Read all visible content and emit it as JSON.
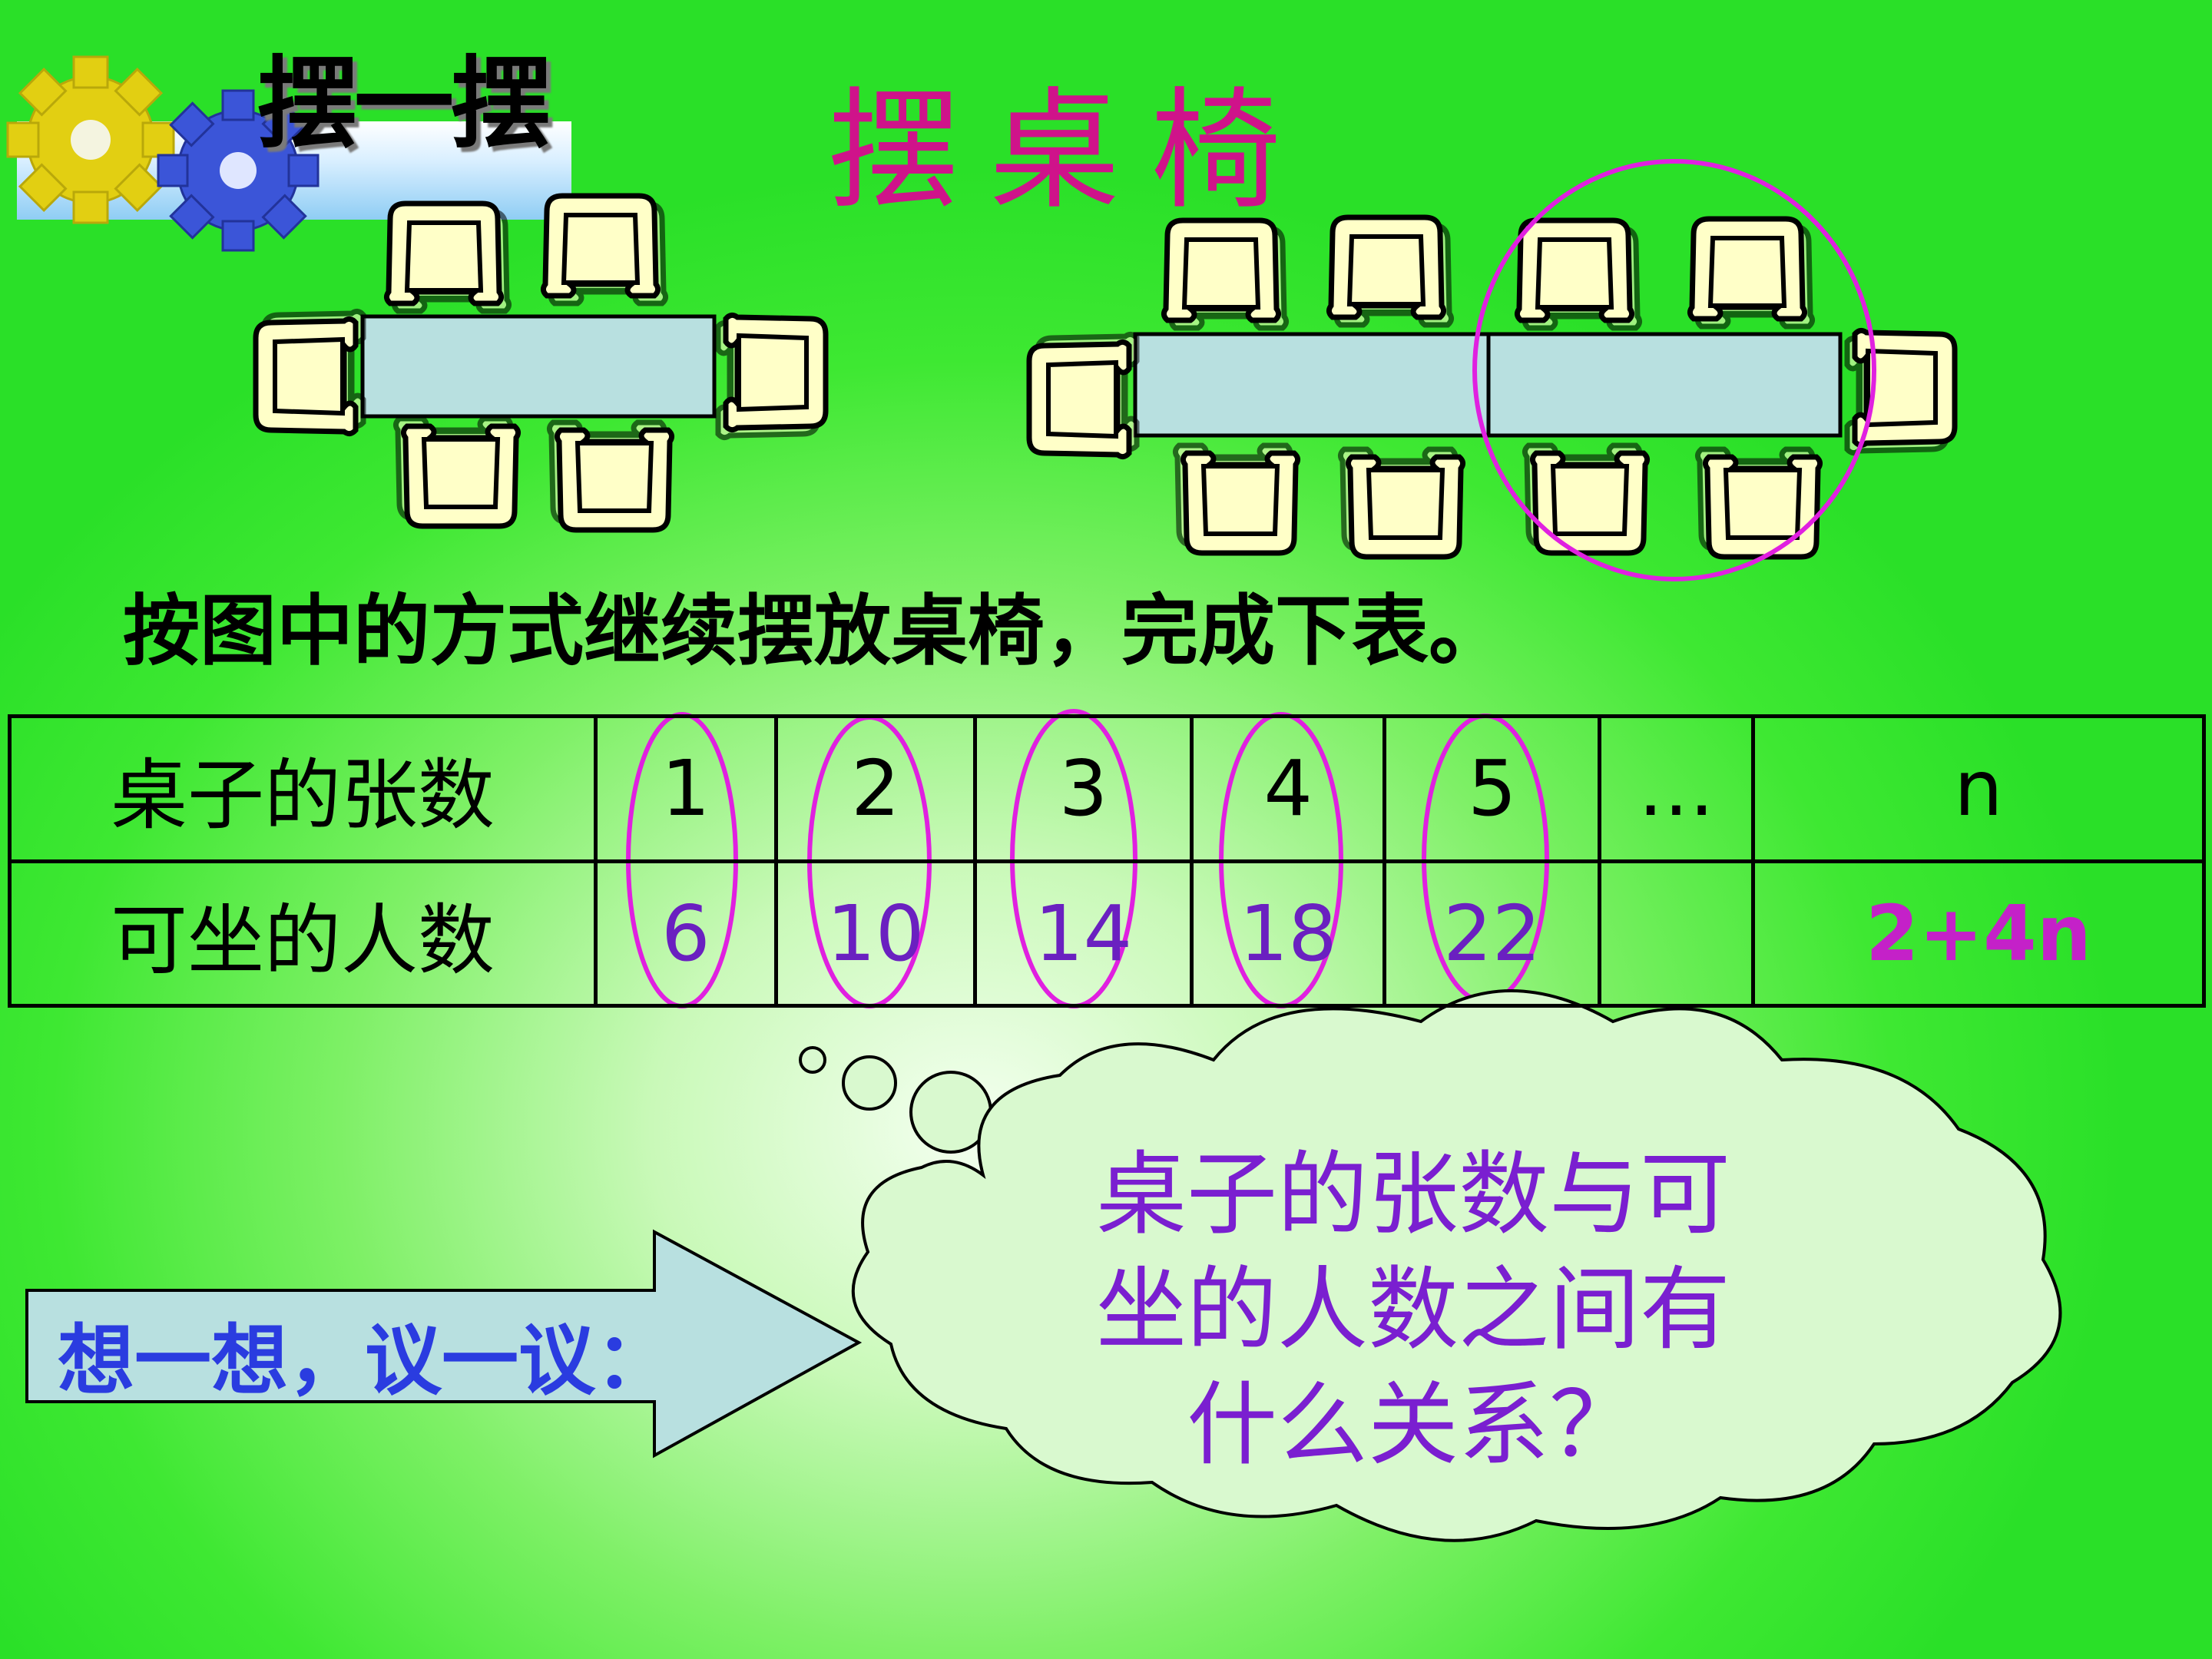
{
  "tag_title": "摆一摆",
  "main_title": "摆桌椅",
  "instruction": "按图中的方式继续摆放桌椅，完成下表。",
  "table": {
    "row1_header": "桌子的张数",
    "row2_header": "可坐的人数",
    "tables": [
      "1",
      "2",
      "3",
      "4",
      "5",
      "…",
      "n"
    ],
    "people": [
      "6",
      "10",
      "14",
      "18",
      "22",
      "",
      "2+4n"
    ]
  },
  "arrow_text": "想一想，议一议：",
  "cloud_lines": [
    "桌子的张数与可",
    "坐的人数之间有",
    "什么关系？"
  ],
  "colors": {
    "title": "#cf138a",
    "highlight_circle": "#e020e0",
    "value_text": "#6a20c0",
    "formula": "#c421c8",
    "arrow_text": "#2a3ce0",
    "cloud_text": "#7a1fd0",
    "table_fill": "#b8e0e0",
    "chair_fill": "#ffffc8"
  },
  "icons": [
    "gear-yellow-icon",
    "gear-blue-icon",
    "chair-icon",
    "table-rect-icon",
    "arrow-right-icon",
    "thought-cloud-icon"
  ]
}
